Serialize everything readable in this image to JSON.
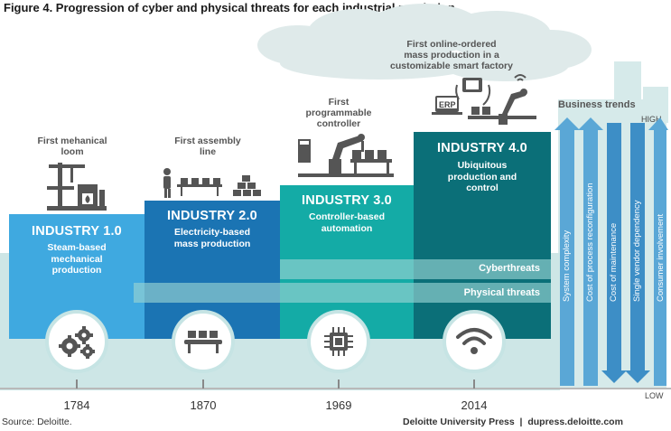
{
  "title": "Figure 4. Progression of cyber and physical threats for each industrial revolution",
  "captions": {
    "loom": "First mehanical\nloom",
    "assembly": "First assembly\nline",
    "plc": "First\nprogrammable\ncontroller",
    "factory": "First online-ordered\nmass production in a\ncustomizable smart factory"
  },
  "industries": [
    {
      "title": "INDUSTRY 1.0",
      "subtitle": "Steam-based\nmechanical\nproduction",
      "year": "1784",
      "icon": "gears-icon",
      "color": "#3fa9e0"
    },
    {
      "title": "INDUSTRY 2.0",
      "subtitle": "Electricity-based\nmass production",
      "year": "1870",
      "icon": "conveyor-icon",
      "color": "#1b74b3"
    },
    {
      "title": "INDUSTRY 3.0",
      "subtitle": "Controller-based\nautomation",
      "year": "1969",
      "icon": "chip-icon",
      "color": "#14aba6"
    },
    {
      "title": "INDUSTRY 4.0",
      "subtitle": "Ubiquitous\nproduction and\ncontrol",
      "year": "2014",
      "icon": "wifi-icon",
      "color": "#0b6f78"
    }
  ],
  "bands": {
    "cyber": "Cyberthreats",
    "physical": "Physical threats"
  },
  "trends": {
    "header": "Business trends",
    "high": "HIGH",
    "low": "LOW",
    "items": [
      "System complexity",
      "Cost of process reconfiguration",
      "Cost of maintenance",
      "Single vendor dependency",
      "Consumer involvement"
    ]
  },
  "icon_labels": {
    "erp": "ERP"
  },
  "footer": {
    "source": "Source: Deloitte.",
    "credit": "Deloitte University Press  |  dupress.deloitte.com"
  },
  "colors": {
    "ground": "#cde6e6",
    "cloud": "#dfeaea",
    "arrow_up": "#5aa7d6",
    "arrow_down": "#3d8ec6",
    "band": "#7cc6c6",
    "icon_gray": "#555555"
  }
}
